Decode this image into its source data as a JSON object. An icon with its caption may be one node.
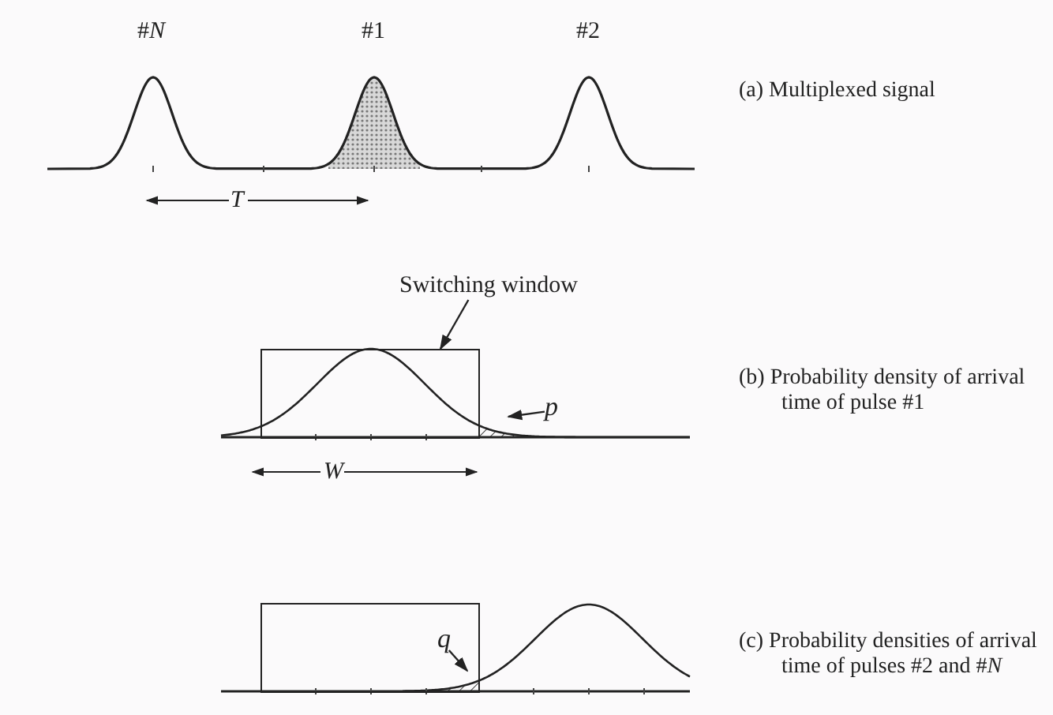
{
  "diagram": {
    "nodes": [
      {
        "text": [
          "Switching window"
        ]
      },
      {
        "text": [],
        "shape": "box"
      },
      {
        "text": [
          "p"
        ]
      },
      {
        "text": [],
        "shape": "box"
      },
      {
        "text": [
          "q"
        ],
        "in": 3
      }
    ],
    "edges": [
      {
        "from": 0,
        "to": 1,
        "arrow": "to"
      },
      {
        "from": 2,
        "to": null,
        "arrow": "to"
      },
      {
        "from": 4,
        "to": null,
        "arrow": "to"
      }
    ],
    "labels": [
      "#*N*",
      "#1",
      "#2",
      "T",
      "(a) Multiplexed signal",
      "W",
      "(b) Probability density of arrival time of pulse #1",
      "(c) Probability densities of arrival time of pulses #2 and #*N*"
    ]
  }
}
